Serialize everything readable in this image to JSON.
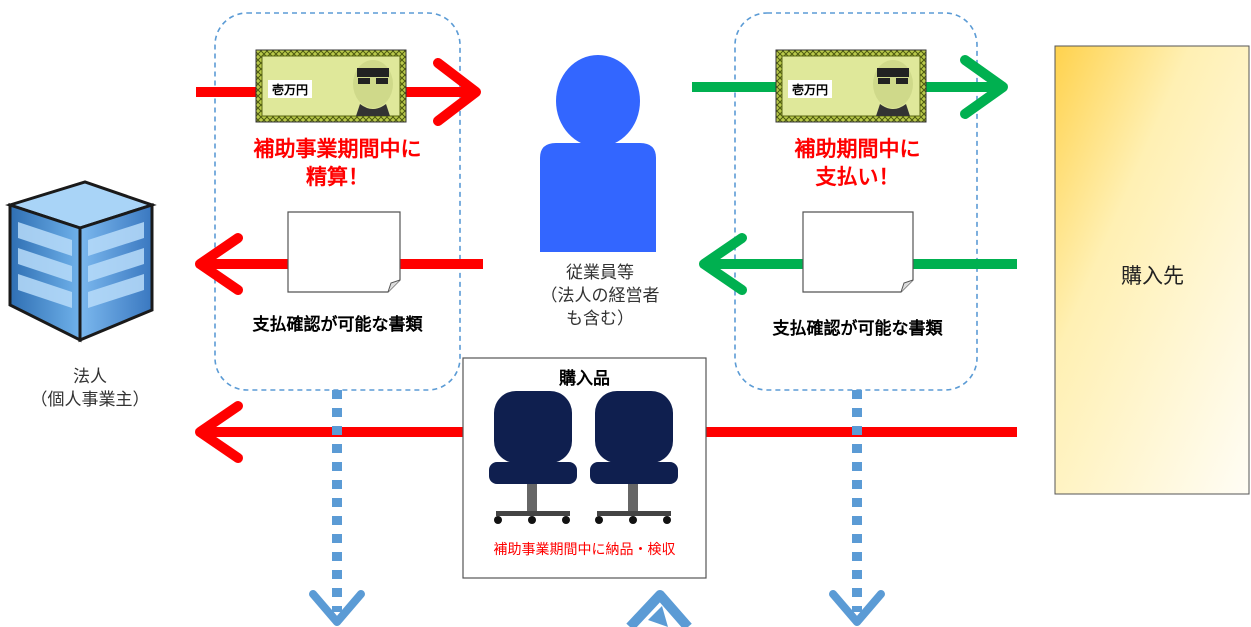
{
  "corporation": {
    "label_line1": "法人",
    "label_line2": "（個人事業主）"
  },
  "employee": {
    "label_line1": "従業員等",
    "label_line2": "（法人の経営者",
    "label_line3": "も含む）"
  },
  "supplier": {
    "label": "購入先"
  },
  "left_zone": {
    "caption_line1": "補助事業期間中に",
    "caption_line2": "精算！",
    "document_label": "支払確認が可能な書類"
  },
  "right_zone": {
    "caption_line1": "補助期間中に",
    "caption_line2": "支払い！",
    "document_label": "支払確認が可能な書類"
  },
  "purchase_box": {
    "title": "購入品",
    "caption": "補助事業期間中に納品・検収"
  },
  "banknote": {
    "text": "壱万円"
  },
  "colors": {
    "red_arrow": "#ff0000",
    "green_arrow": "#00b050",
    "person": "#3366ff",
    "chair": "#0f1f4f",
    "dotted_arrow": "#5b9bd5",
    "zone_border": "#5b9bd5"
  }
}
